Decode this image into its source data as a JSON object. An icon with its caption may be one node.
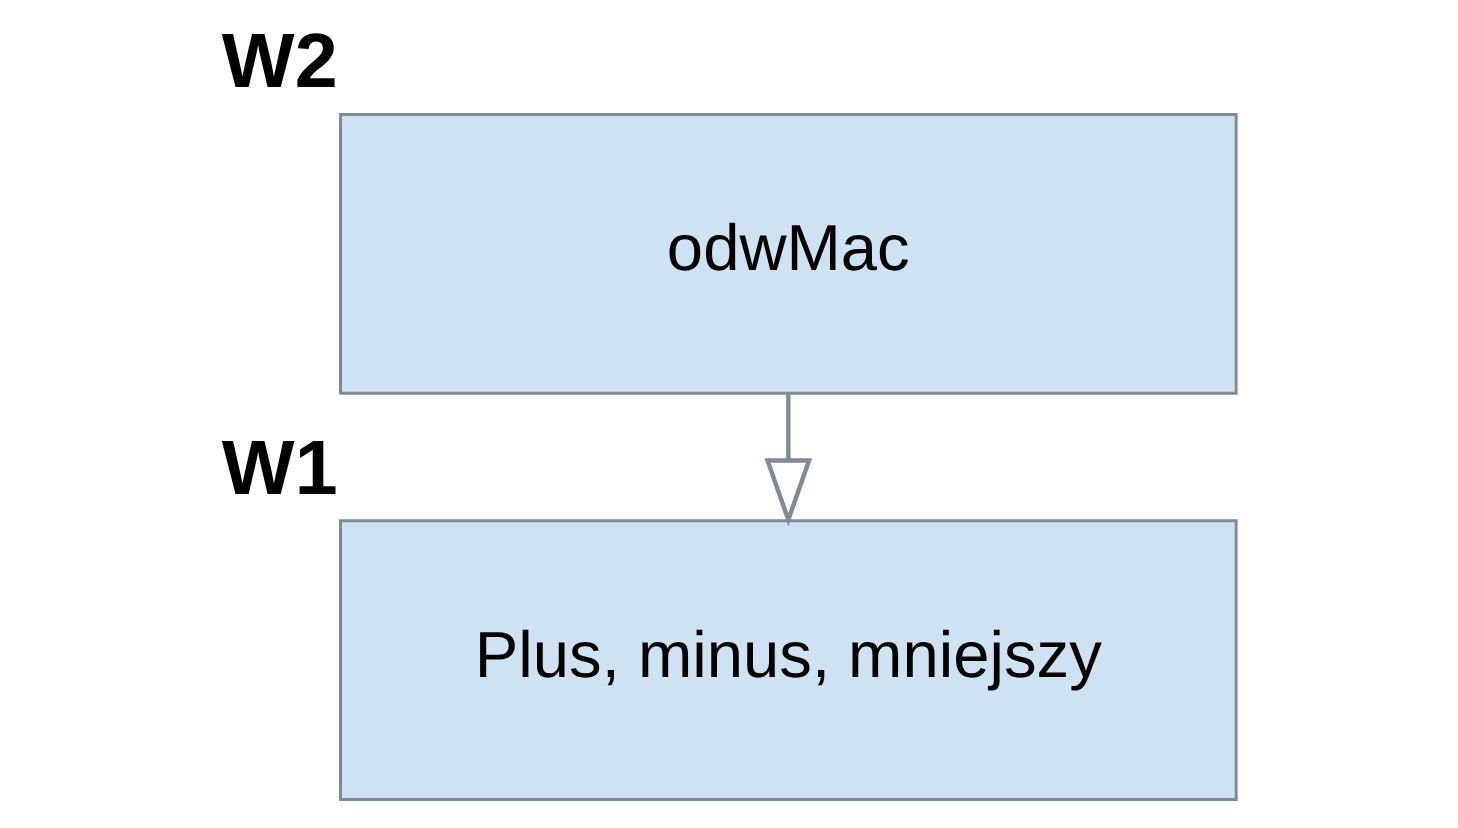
{
  "diagram": {
    "nodes": [
      {
        "text": [
          "odwMac"
        ],
        "beside": [
          "W2"
        ]
      },
      {
        "text": [
          "Plus, minus, mniejszy"
        ],
        "beside": [
          "W1"
        ]
      }
    ],
    "edges": [
      {
        "from": 0,
        "to": 1,
        "arrow": "to"
      }
    ]
  }
}
